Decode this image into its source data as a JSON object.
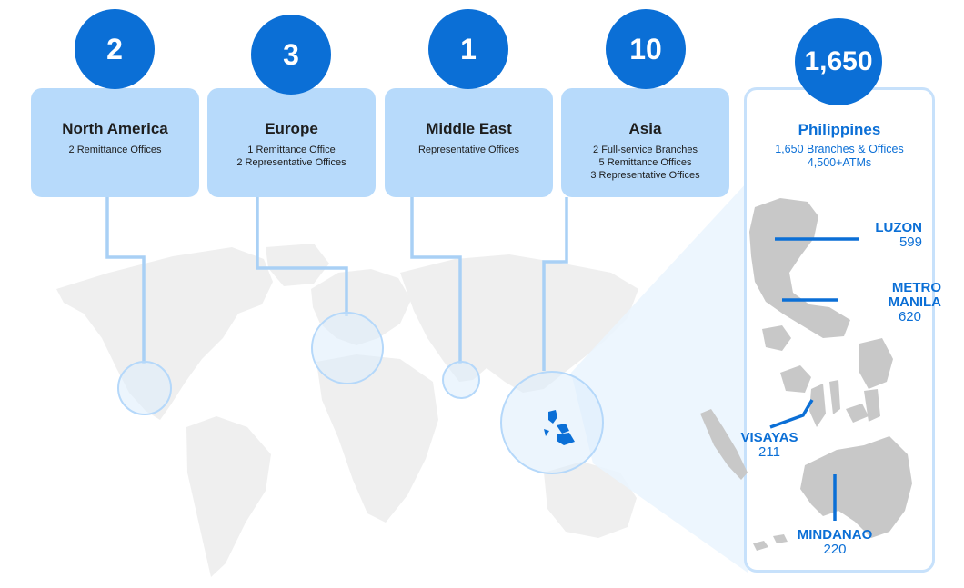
{
  "regions": [
    {
      "count": "2",
      "name": "North America",
      "lines": [
        "2 Remittance Offices"
      ]
    },
    {
      "count": "3",
      "name": "Europe",
      "lines": [
        "1 Remittance Office",
        "2 Representative Offices"
      ]
    },
    {
      "count": "1",
      "name": "Middle East",
      "lines": [
        "Representative Offices"
      ]
    },
    {
      "count": "10",
      "name": "Asia",
      "lines": [
        "2 Full-service Branches",
        "5 Remittance Offices",
        "3 Representative Offices"
      ]
    }
  ],
  "philippines": {
    "count": "1,650",
    "name": "Philippines",
    "lines": [
      "1,650 Branches & Offices",
      "4,500+ATMs"
    ],
    "areas": [
      {
        "name": "LUZON",
        "value": "599"
      },
      {
        "name_lines": [
          "METRO",
          "MANILA"
        ],
        "value": "620"
      },
      {
        "name": "VISAYAS",
        "value": "211"
      },
      {
        "name": "MINDANAO",
        "value": "220"
      }
    ]
  },
  "colors": {
    "primary": "#0b6fd6",
    "card": "#b7dafb",
    "connector": "#a9d0f5",
    "land": "#eeeeee",
    "islands": "#c8c8c8"
  }
}
